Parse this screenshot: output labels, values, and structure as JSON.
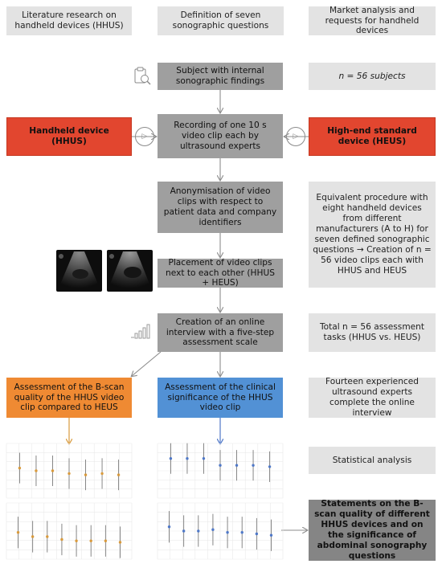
{
  "header": {
    "col1": "Literature research on handheld devices (HHUS)",
    "col2": "Definition of seven sonographic questions",
    "col3": "Market analysis and requests for handheld devices"
  },
  "flow": {
    "subject": "Subject with internal sonographic findings",
    "subjects_n": "n = 56 subjects",
    "hhus": "Handheld device (HHUS)",
    "heus": "High-end standard device (HEUS)",
    "recording": "Recording of one 10 s video clip each by ultrasound experts",
    "anonymisation": "Anonymisation of video clips with respect to patient data and company identifiers",
    "equivalent": "Equivalent procedure with eight handheld devices from different manufacturers (A to H) for seven defined sonographic questions → Creation of n = 56 video clips each with HHUS and HEUS",
    "placement": "Placement of video clips next to each other (HHUS + HEUS)",
    "interview": "Creation of an online interview with a five-step assessment scale",
    "total": "Total n = 56 assessment tasks (HHUS vs. HEUS)",
    "bscan": "Assessment of the B-scan quality of the HHUS video clip compared to HEUS",
    "clinical": "Assessment of the clinical significance of the HHUS video clip",
    "experts": "Fourteen experienced ultrasound experts complete the online interview",
    "statistical": "Statistical analysis",
    "statements": "Statements on the B-scan quality of different HHUS devices and on the significance of abdominal sonography questions"
  },
  "icons": [
    "clipboard-icon",
    "play-icon",
    "play-icon",
    "bar-signal-icon",
    "ultrasound-image"
  ],
  "colors": {
    "red": "#e2462f",
    "orange": "#ef8a33",
    "blue": "#5291d5",
    "arrow": "#8c8c8c",
    "orange_point": "#d99a3c",
    "blue_point": "#4f78c8"
  },
  "chart_data": [
    {
      "type": "scatter",
      "series": [
        {
          "values": [
            3.2,
            3.0,
            3.0,
            2.8,
            2.7,
            2.8,
            2.7
          ]
        }
      ]
    },
    {
      "type": "scatter",
      "series": [
        {
          "values": [
            3.9,
            3.9,
            3.9,
            3.4,
            3.4,
            3.4,
            3.3
          ]
        }
      ]
    },
    {
      "type": "scatter",
      "series": [
        {
          "values": [
            2.9,
            2.6,
            2.6,
            2.4,
            2.3,
            2.3,
            2.3,
            2.2
          ]
        }
      ]
    },
    {
      "type": "scatter",
      "series": [
        {
          "values": [
            3.3,
            3.0,
            3.0,
            3.1,
            2.9,
            2.9,
            2.8,
            2.7
          ]
        }
      ]
    }
  ]
}
